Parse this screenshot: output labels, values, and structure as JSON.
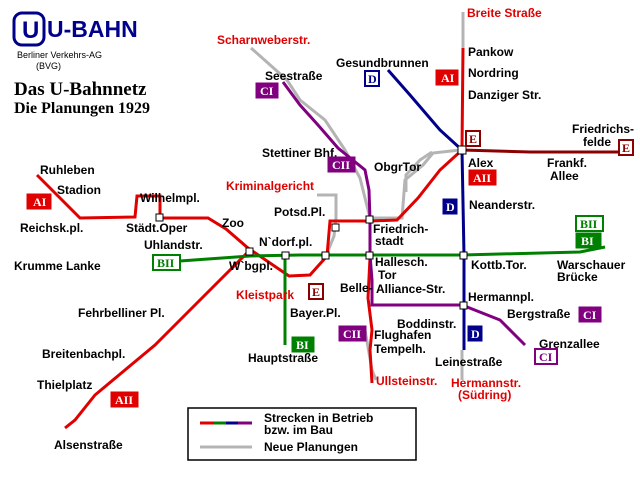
{
  "logo": {
    "text": "U-BAHN",
    "org": "Berliner Verkehrs-AG",
    "abbr": "(BVG)"
  },
  "title": {
    "line1": "Das U-Bahnnetz",
    "line2": "Die Planungen 1929"
  },
  "colors": {
    "red": "#e00000",
    "blue": "#00008b",
    "purple": "#800080",
    "green": "#008000",
    "darkred": "#8b0000",
    "gray": "#b4b4b4"
  },
  "stations": {
    "breite_strasse": "Breite Straße",
    "pankow": "Pankow",
    "nordring": "Nordring",
    "danziger": "Danziger Str.",
    "scharnweber": "Scharnweberstr.",
    "gesundbrunnen": "Gesundbrunnen",
    "seestrasse": "Seestraße",
    "friedrichsfelde_1": "Friedrichs-",
    "friedrichsfelde_2": "felde",
    "stettiner": "Stettiner Bhf.",
    "obgrtor": "ObgrTor",
    "alex": "Alex",
    "frankf_1": "Frankf.",
    "frankf_2": "Allee",
    "ruhleben": "Ruhleben",
    "stadion": "Stadion",
    "kriminalgericht": "Kriminalgericht",
    "wilhelmpl": "Wilhelmpl.",
    "potsdpl": "Potsd.Pl.",
    "neanderstr": "Neanderstr.",
    "reichskpl": "Reichsk.pl.",
    "staedtoper": "Städt.Oper",
    "zoo": "Zoo",
    "friedrichstadt_1": "Friedrich-",
    "friedrichstadt_2": "stadt",
    "uhlandstr": "Uhlandstr.",
    "ndorfpl": "N`dorf.pl.",
    "krumme_lanke": "Krumme Lanke",
    "wbgpl": "W`bgpl.",
    "hallesch_1": "Hallesch.",
    "hallesch_2": "Tor",
    "kottbtor": "Kottb.Tor.",
    "warschauer_1": "Warschauer",
    "warschauer_2": "Brücke",
    "kleistpark": "Kleistpark",
    "belle": "Belle-",
    "alliance": "Alliance-Str.",
    "fehrbelliner": "Fehrbelliner Pl.",
    "bayerpl": "Bayer.Pl.",
    "hermannpl": "Hermannpl.",
    "boddinstr": "Boddinstr.",
    "bergstrasse": "Bergstraße",
    "breitenbachpl": "Breitenbachpl.",
    "flughafen": "Flughafen",
    "hauptstrasse": "Hauptstraße",
    "tempelh": "Tempelh.",
    "grenzallee": "Grenzallee",
    "leinestrasse": "Leinestraße",
    "thielplatz": "Thielplatz",
    "ullsteinstr": "Ullsteinstr.",
    "hermannstr_1": "Hermannstr.",
    "hermannstr_2": "(Südring)",
    "alsenstrasse": "Alsenstraße"
  },
  "badges": {
    "AI_ruhleben": "AI",
    "AI_pankow": "AI",
    "AII_alex": "AII",
    "AII_thiel": "AII",
    "BI_warschauer": "BI",
    "BI_hauptstr": "BI",
    "BII_uhland": "BII",
    "BII_warschauer": "BII",
    "CI_see": "CI",
    "CI_berg": "CI",
    "CI_grenz": "CI",
    "CII_stettiner": "CII",
    "CII_flughafen": "CII",
    "D_gesund": "D",
    "D_neander": "D",
    "D_leine": "D",
    "E_alex": "E",
    "E_friedrichsfelde": "E",
    "E_kleist": "E"
  },
  "legend": {
    "in_operation_1": "Strecken in Betrieb",
    "in_operation_2": "bzw. im Bau",
    "planned": "Neue Planungen"
  }
}
